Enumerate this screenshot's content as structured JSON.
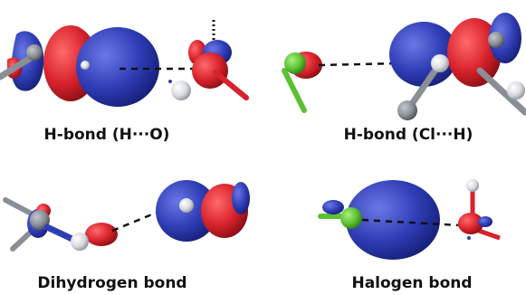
{
  "panels": [
    {
      "label": "H-bond (H···O)"
    },
    {
      "label": "H-bond (Cl···H)"
    },
    {
      "label": "Dihydrogen bond"
    },
    {
      "label": "Halogen bond"
    }
  ],
  "colors": {
    "positive_lobe": "#2f3db5",
    "negative_lobe": "#d8222c",
    "carbon": "#8a8f96",
    "hydrogen": "#d8dadf",
    "chlorine": "#5cc033",
    "bond_line": "#111111"
  }
}
